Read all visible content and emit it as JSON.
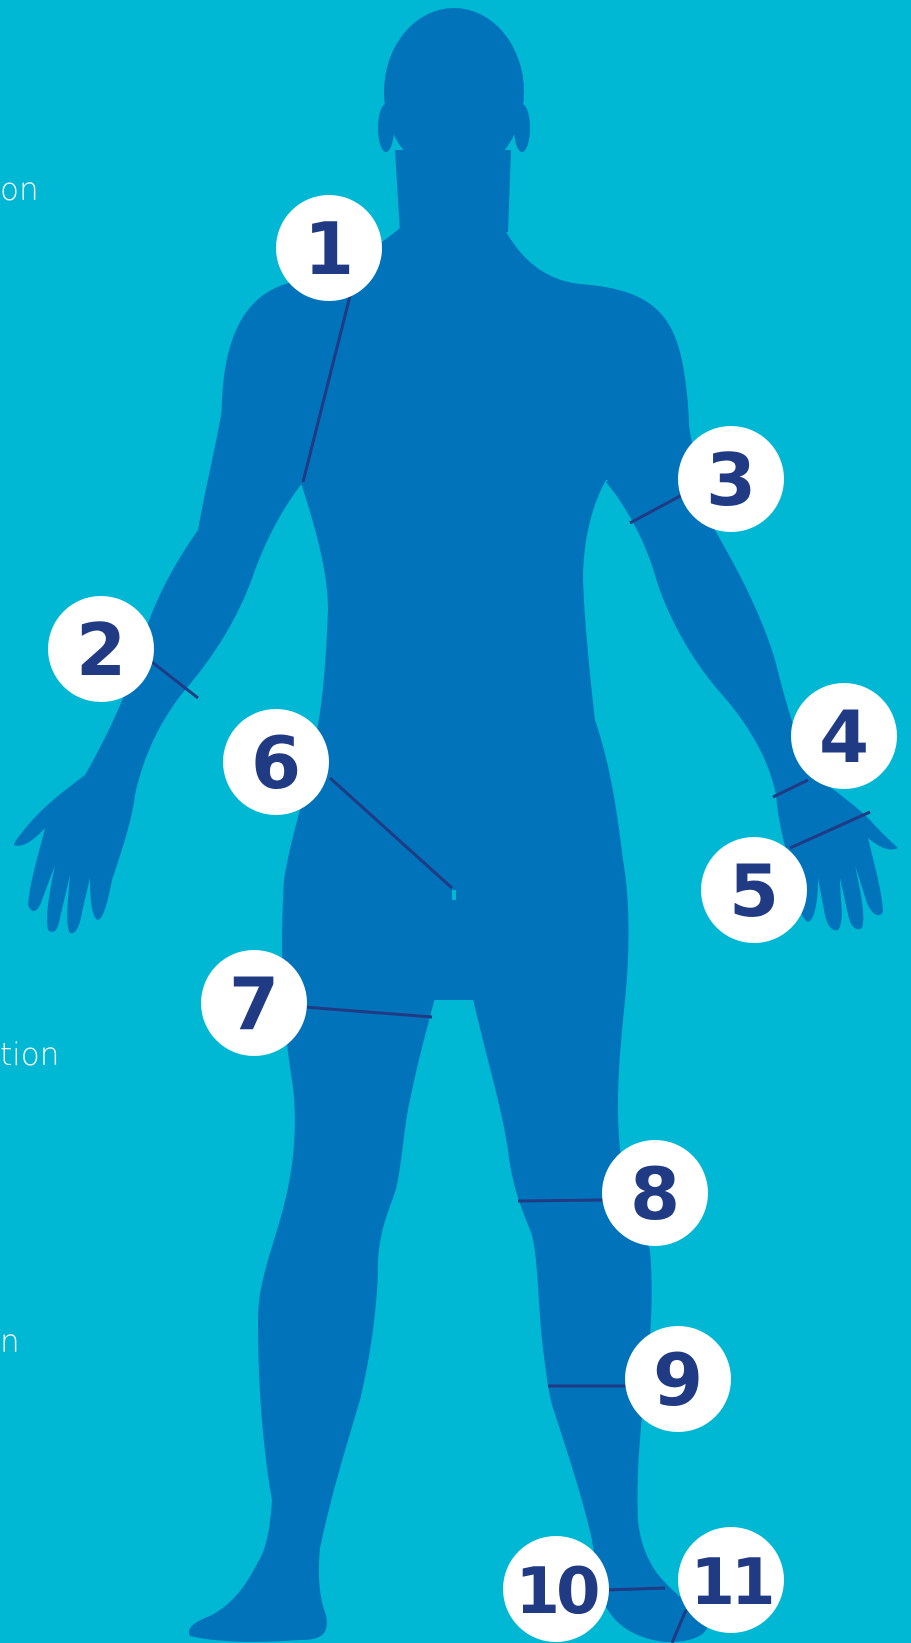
{
  "colors": {
    "background": "#00b7d4",
    "body": "#0073bb",
    "leader_line": "#213a84",
    "marker_fill": "#ffffff",
    "marker_text": "#213a84",
    "side_text": "#ffffff"
  },
  "side_text": [
    "on",
    "tion",
    "n"
  ],
  "markers": [
    {
      "label": "1"
    },
    {
      "label": "2"
    },
    {
      "label": "3"
    },
    {
      "label": "4"
    },
    {
      "label": "5"
    },
    {
      "label": "6"
    },
    {
      "label": "7"
    },
    {
      "label": "8"
    },
    {
      "label": "9"
    },
    {
      "label": "10"
    },
    {
      "label": "11"
    }
  ]
}
